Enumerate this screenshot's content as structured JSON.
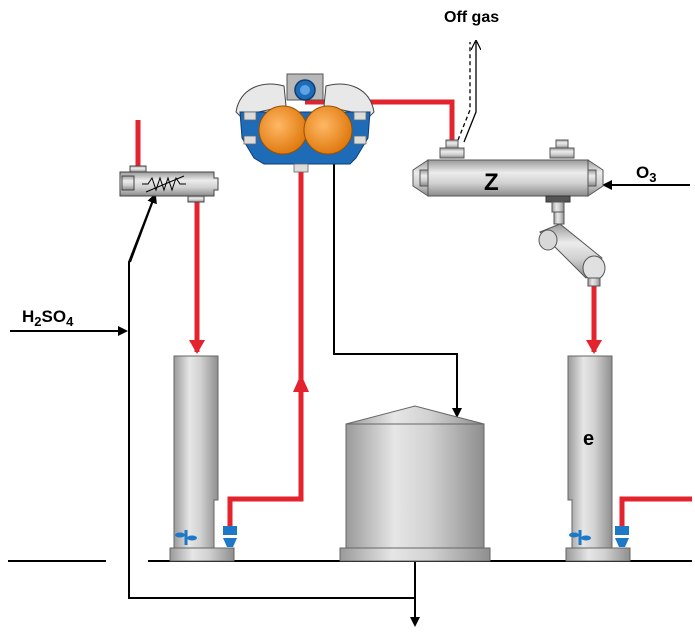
{
  "labels": {
    "off_gas": "Off gas",
    "ozone": "O3",
    "ozone_base": "O",
    "ozone_sub": "3",
    "acid": "H2SO4",
    "acid_h": "H",
    "acid_sub1": "2",
    "acid_so": "SO",
    "acid_sub2": "4",
    "reactor_letter": "Z",
    "tank_letter": "e"
  },
  "colors": {
    "process_line": "#e3232d",
    "signal_line": "#000000",
    "vessel_fill": "#c8c8c8",
    "pump_orange": "#f28c1e",
    "pump_blue": "#1e6bb8",
    "valve_blue": "#1e78c8"
  }
}
